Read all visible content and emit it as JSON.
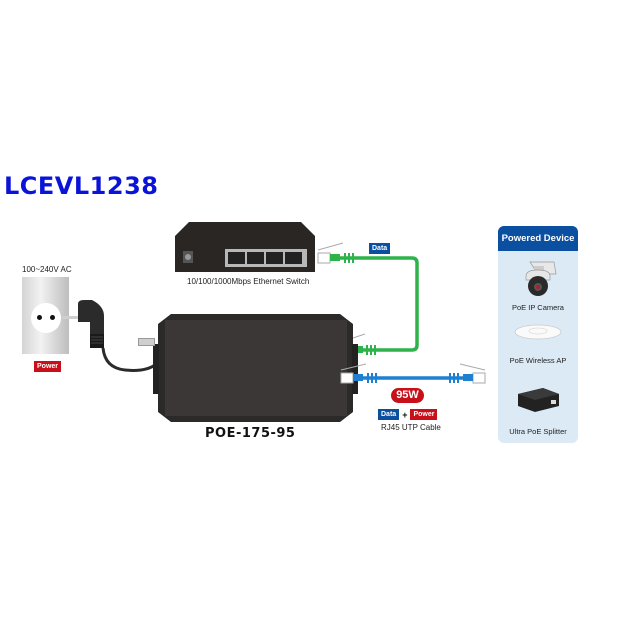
{
  "title": "LCEVL1238",
  "power_source": {
    "voltage_label": "100~240V AC",
    "tag": "Power"
  },
  "switch": {
    "label": "10/100/1000Mbps Ethernet Switch",
    "port_count": 4
  },
  "data_cable": {
    "tag": "Data",
    "color": "#2db34a"
  },
  "injector": {
    "model": "POE-175-95"
  },
  "output_cable": {
    "wattage": "95W",
    "data_tag": "Data",
    "plus": "+",
    "power_tag": "Power",
    "label": "RJ45 UTP Cable",
    "color": "#1f7fd0"
  },
  "powered_device": {
    "header": "Powered Device",
    "devices": [
      {
        "label": "PoE IP Camera",
        "icon": "ip-camera-icon"
      },
      {
        "label": "PoE Wireless AP",
        "icon": "wireless-ap-icon"
      },
      {
        "label": "Ultra PoE Splitter",
        "icon": "poe-splitter-icon"
      }
    ]
  },
  "colors": {
    "title": "#0a14d8",
    "tag_blue": "#0b4fa0",
    "tag_red": "#c8101a",
    "panel_bg": "#dceaf5"
  }
}
